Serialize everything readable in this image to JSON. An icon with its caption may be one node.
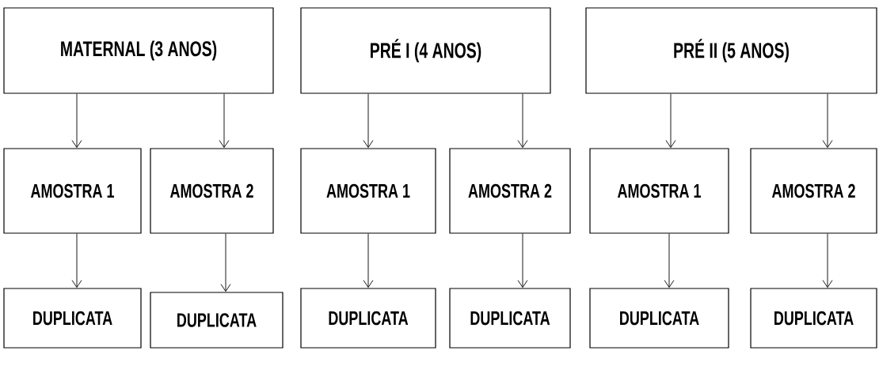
{
  "diagram": {
    "nodes": [
      {
        "text": [
          "MATERNAL (3 ANOS)"
        ]
      },
      {
        "text": [
          "PRÉ I (4 ANOS)"
        ]
      },
      {
        "text": [
          "PRÉ II (5 ANOS)"
        ]
      },
      {
        "text": [
          "AMOSTRA 1"
        ]
      },
      {
        "text": [
          "AMOSTRA 2"
        ]
      },
      {
        "text": [
          "AMOSTRA 1"
        ]
      },
      {
        "text": [
          "AMOSTRA 2"
        ]
      },
      {
        "text": [
          "AMOSTRA 1"
        ]
      },
      {
        "text": [
          "AMOSTRA 2"
        ]
      },
      {
        "text": [
          "DUPLICATA"
        ]
      },
      {
        "text": [
          "DUPLICATA"
        ]
      },
      {
        "text": [
          "DUPLICATA"
        ]
      },
      {
        "text": [
          "DUPLICATA"
        ]
      },
      {
        "text": [
          "DUPLICATA"
        ]
      },
      {
        "text": [
          "DUPLICATA"
        ]
      }
    ],
    "edges": [
      {
        "from": 0,
        "to": 3,
        "arrow": "to"
      },
      {
        "from": 0,
        "to": 4,
        "arrow": "to"
      },
      {
        "from": 1,
        "to": 5,
        "arrow": "to"
      },
      {
        "from": 1,
        "to": 6,
        "arrow": "to"
      },
      {
        "from": 2,
        "to": 7,
        "arrow": "to"
      },
      {
        "from": 2,
        "to": 8,
        "arrow": "to"
      },
      {
        "from": 3,
        "to": 9,
        "arrow": "to"
      },
      {
        "from": 4,
        "to": 10,
        "arrow": "to"
      },
      {
        "from": 5,
        "to": 11,
        "arrow": "to"
      },
      {
        "from": 6,
        "to": 12,
        "arrow": "to"
      },
      {
        "from": 7,
        "to": 13,
        "arrow": "to"
      },
      {
        "from": 8,
        "to": 14,
        "arrow": "to"
      }
    ]
  }
}
